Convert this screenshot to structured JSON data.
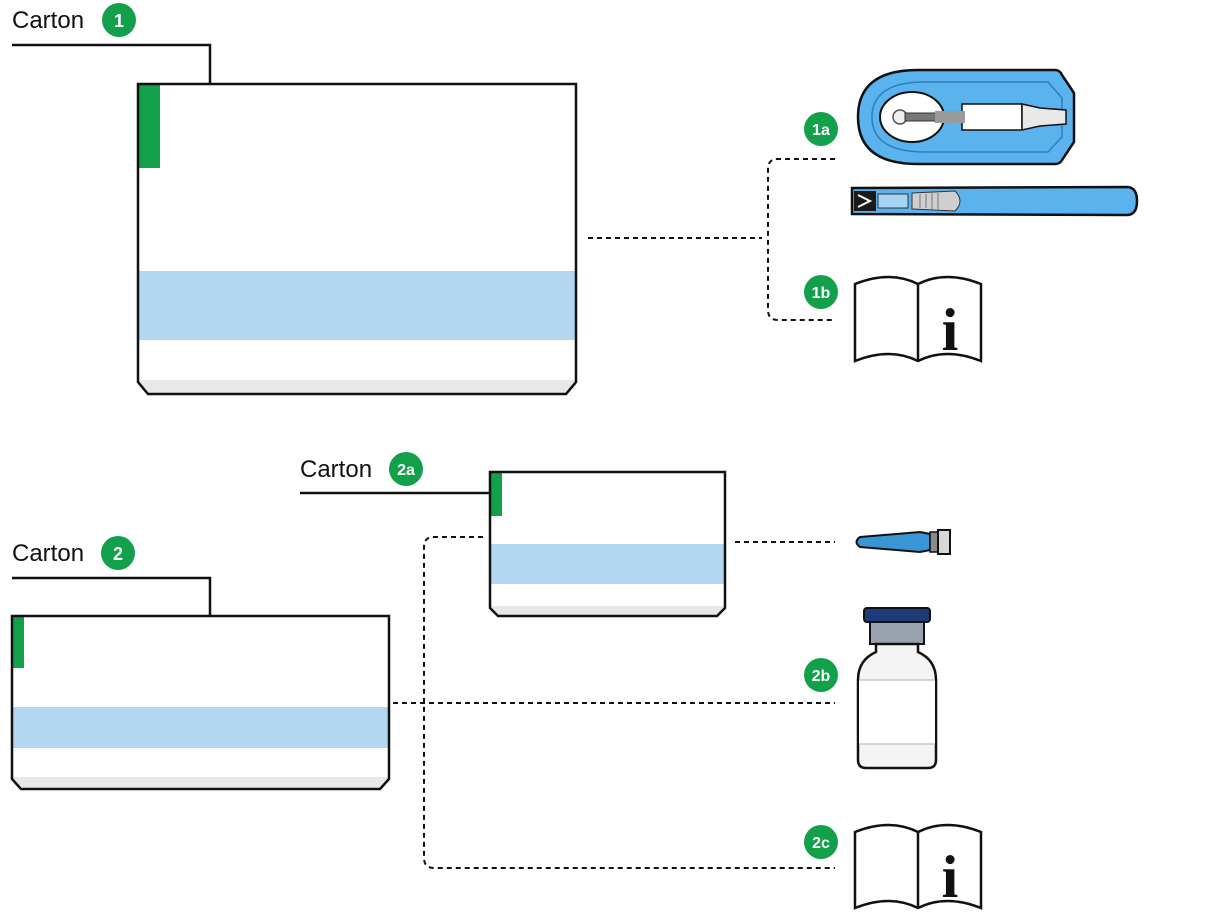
{
  "colors": {
    "badge": "#12a04a",
    "carton_stripe": "#b3d7f1",
    "carton_tab": "#12a04a",
    "device_blue": "#5ab3ec",
    "vial_cap": "#1e3a78",
    "outline": "#111111"
  },
  "carton1": {
    "label": "Carton",
    "badge": "1"
  },
  "carton2": {
    "label": "Carton",
    "badge": "2"
  },
  "carton2a": {
    "label": "Carton",
    "badge": "2a"
  },
  "items": {
    "1a": {
      "badge": "1a",
      "icons": [
        "blister-pack-icon",
        "injector-pen-icon"
      ]
    },
    "1b": {
      "badge": "1b",
      "icon": "instructions-booklet-icon",
      "symbol": "i"
    },
    "2a": {
      "icon": "needle-icon"
    },
    "2b": {
      "badge": "2b",
      "icon": "vial-icon"
    },
    "2c": {
      "badge": "2c",
      "icon": "instructions-booklet-icon",
      "symbol": "i"
    }
  }
}
